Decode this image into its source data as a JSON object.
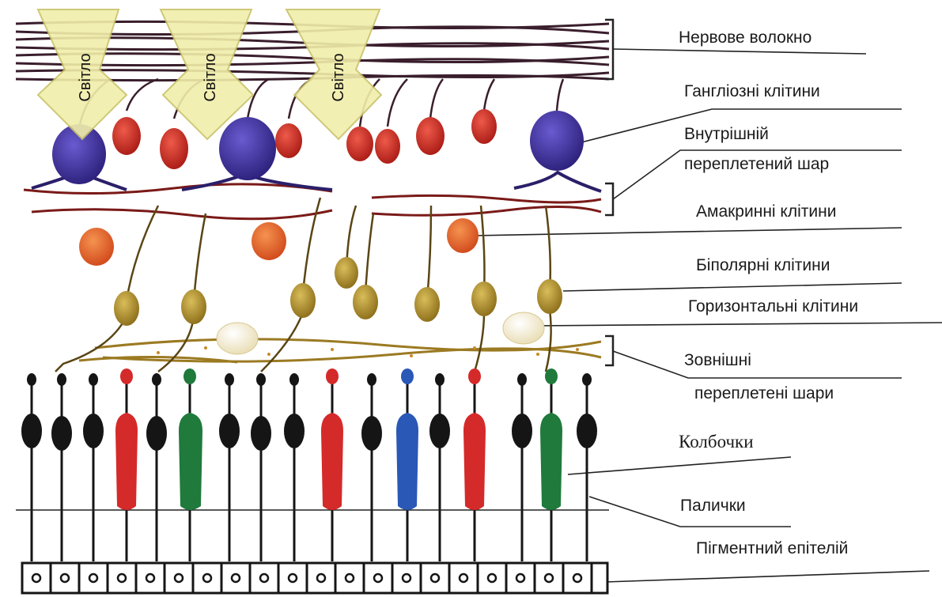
{
  "diagram": {
    "light_label": "Світло",
    "labels": {
      "nerve_fiber": "Нервове волокно",
      "ganglion": "Гангліозні клітини",
      "inner_plexiform_1": "Внутрішній",
      "inner_plexiform_2": "переплетений шар",
      "amacrine": "Амакринні клітини",
      "bipolar": "Біполярні клітини",
      "horizontal": "Горизонтальні клітини",
      "outer_plexiform_1": "Зовнішні",
      "outer_plexiform_2": "переплетені шари",
      "cones": "Колбочки",
      "rods": "Палички",
      "pigment": "Пігментний епітелій"
    },
    "colors": {
      "ganglion_purple": "#3a2a8f",
      "ganglion_red": "#c8241c",
      "amacrine_orange": "#e0571f",
      "bipolar_olive": "#a78a2a",
      "horizontal_cream": "#f4ecd2",
      "rod_black": "#1a1a1a",
      "cone_red": "#d42a2a",
      "cone_green": "#1f7a3c",
      "cone_blue": "#2a58b6",
      "arrow_fill": "#f1eeaa",
      "arrow_stroke": "#c9c36a",
      "fiber_color": "#3a1e2c"
    }
  }
}
